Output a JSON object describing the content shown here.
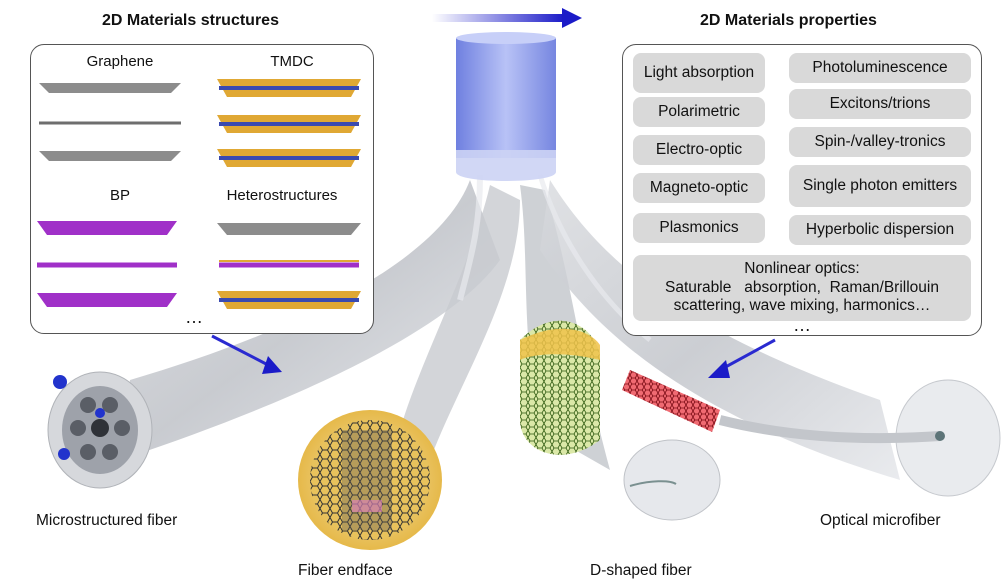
{
  "left_panel": {
    "title": "2D Materials structures",
    "materials": [
      "Graphene",
      "TMDC",
      "BP",
      "Heterostructures"
    ],
    "ellipsis": "…"
  },
  "right_panel": {
    "title": "2D Materials properties",
    "properties": [
      "Light absorption",
      "Photoluminescence",
      "Polarimetric",
      "Excitons/trions",
      "Electro-optic",
      "Spin-/valley-tronics",
      "Magneto-optic",
      "Single photon emitters",
      "Plasmonics",
      "Hyperbolic dispersion"
    ],
    "nonlinear": {
      "line1": "Nonlinear optics:",
      "line2": "Saturable   absorption,  Raman/Brillouin",
      "line3": "scattering, wave mixing, harmonics…"
    },
    "ellipsis": "…"
  },
  "fiber_captions": {
    "microstructured": "Microstructured fiber",
    "endface": "Fiber endface",
    "d_shaped": "D-shaped fiber",
    "microfiber": "Optical microfiber"
  },
  "colors": {
    "arrow": "#2a2ad0",
    "fiber_core": "#9aa8f0",
    "property_box": "#d9d9d9",
    "graphene": "#7a7a7a",
    "tmdc_yellow": "#e0a834",
    "tmdc_blue": "#3a4ab0",
    "bp_purple": "#a030c8",
    "nanotube_red": "#e03040",
    "dshape_green": "#8cc63f"
  }
}
